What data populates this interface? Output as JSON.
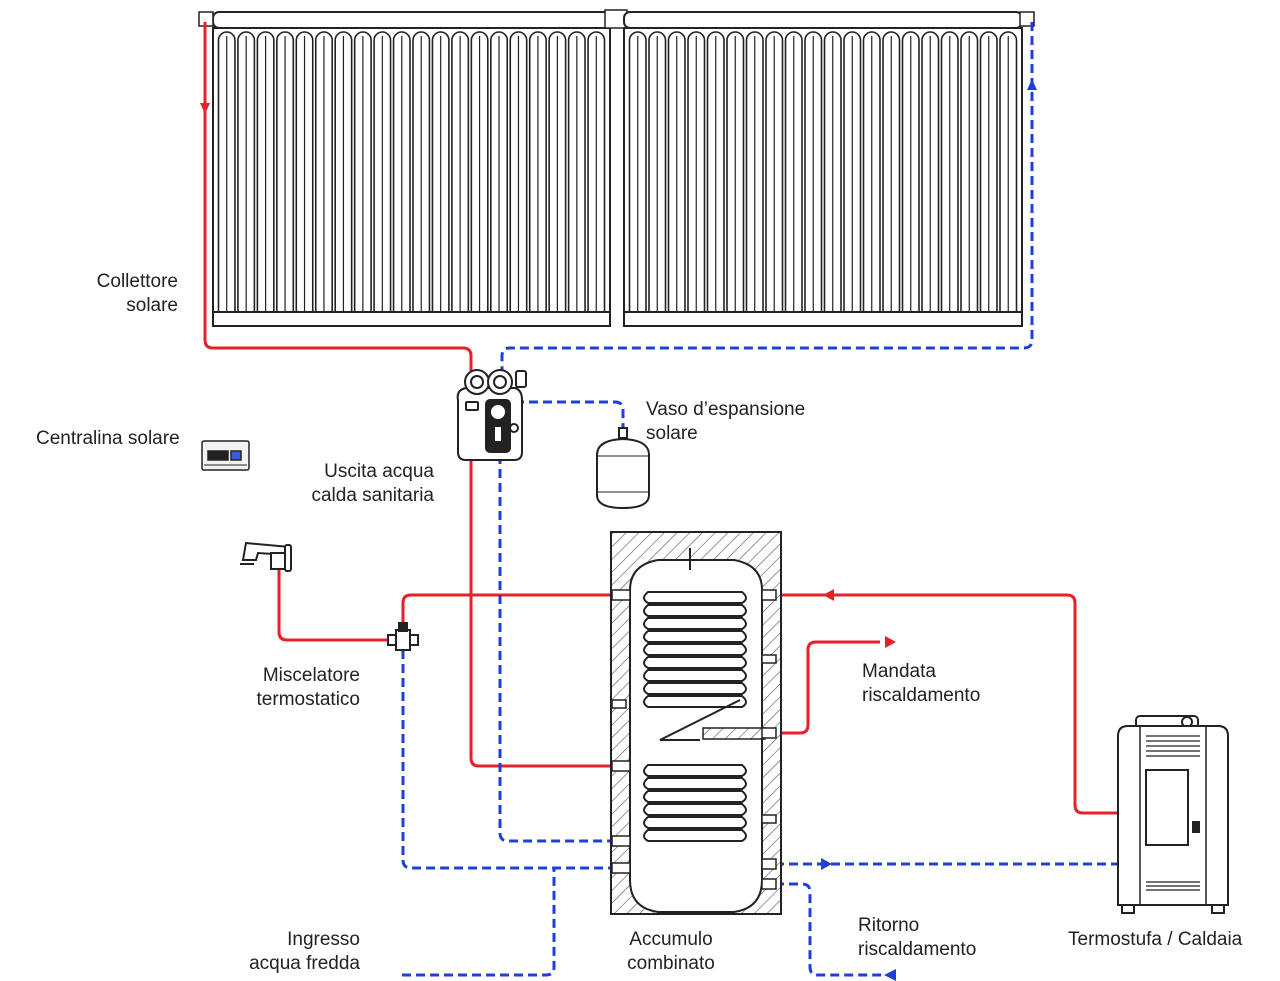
{
  "labels": {
    "collettore": [
      "Collettore",
      "solare"
    ],
    "centralina": "Centralina solare",
    "uscita": [
      "Uscita acqua",
      "calda sanitaria"
    ],
    "vaso": [
      "Vaso d’espansione",
      "solare"
    ],
    "miscelatore": [
      "Miscelatore",
      "termostatico"
    ],
    "mandata": [
      "Mandata",
      "riscaldamento"
    ],
    "ingresso": [
      "Ingresso",
      "acqua fredda"
    ],
    "accumulo": [
      "Accumulo",
      "combinato"
    ],
    "ritorno": [
      "Ritorno",
      "riscaldamento"
    ],
    "termostufa": "Termostufa / Caldaia"
  },
  "colors": {
    "hot_line": "#e8202a",
    "cold_line": "#1f3fd6",
    "outline": "#222222"
  }
}
